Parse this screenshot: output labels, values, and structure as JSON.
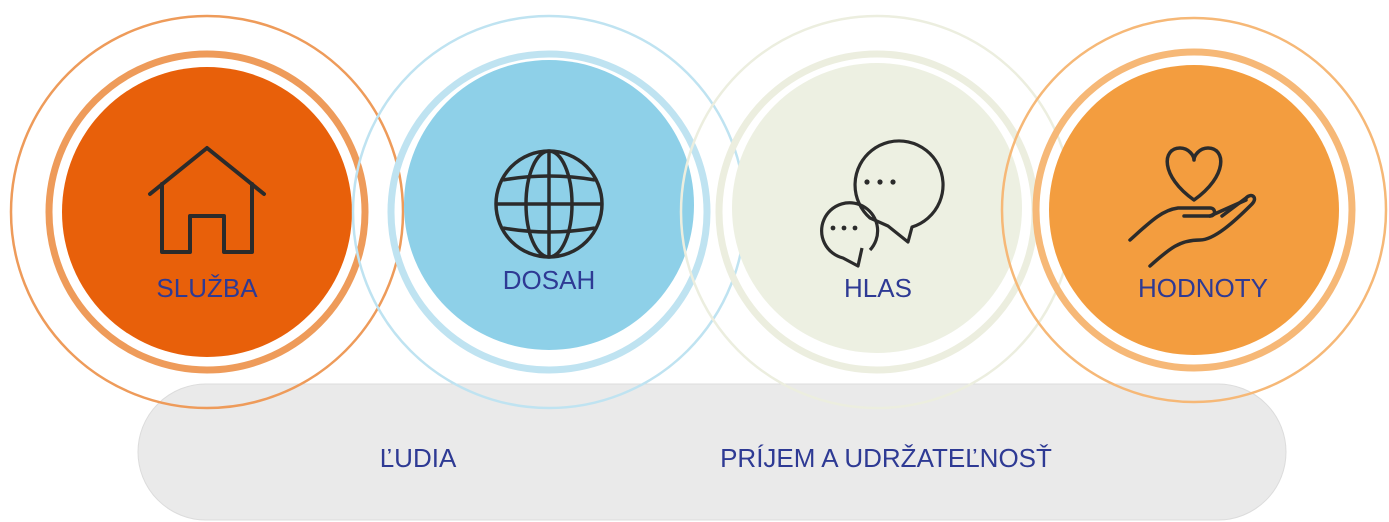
{
  "pillars": [
    {
      "label": "SLUŽBA",
      "icon": "house-icon",
      "fill": "#E8600A",
      "ring": "#EE9B5A"
    },
    {
      "label": "DOSAH",
      "icon": "globe-icon",
      "fill": "#8ED0E8",
      "ring": "#BFE3F1"
    },
    {
      "label": "HLAS",
      "icon": "chat-bubbles-icon",
      "fill": "#EDF0E2",
      "ring": "#ECEEDF"
    },
    {
      "label": "HODNOTY",
      "icon": "heart-in-hand-icon",
      "fill": "#F39D3F",
      "ring": "#F6B877"
    }
  ],
  "foundation": {
    "labels": [
      "ĽUDIA",
      "PRÍJEM A UDRŽATEĽNOSŤ"
    ],
    "fill": "#EAEAEA"
  },
  "colors": {
    "label_text": "#2E3A94",
    "icon_stroke": "#2B2B2B"
  }
}
